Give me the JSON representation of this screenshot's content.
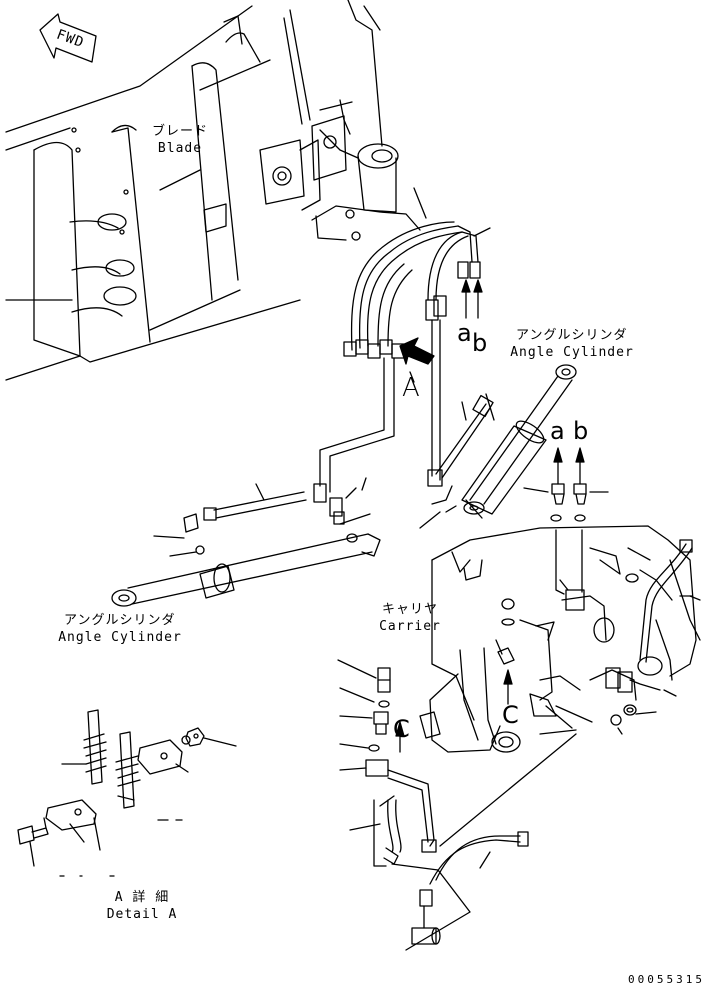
{
  "labels": {
    "fwd": "FWD",
    "blade_jp": "ブレード",
    "blade_en": "Blade",
    "angle_cyl_right_jp": "アングルシリンダ",
    "angle_cyl_right_en": "Angle Cylinder",
    "angle_cyl_left_jp": "アングルシリンダ",
    "angle_cyl_left_en": "Angle Cylinder",
    "carrier_jp": "キャリヤ",
    "carrier_en": "Carrier",
    "detail_a_jp": "A 詳 細",
    "detail_a_en": "Detail A",
    "view_a": "A",
    "conn_a_top": "a",
    "conn_b_top": "b",
    "conn_a_right": "a",
    "conn_b_right": "b",
    "conn_c_left": "C",
    "conn_c_right": "C",
    "doc_number": "00055315"
  },
  "style": {
    "line_color": "#000000",
    "background": "#ffffff"
  }
}
